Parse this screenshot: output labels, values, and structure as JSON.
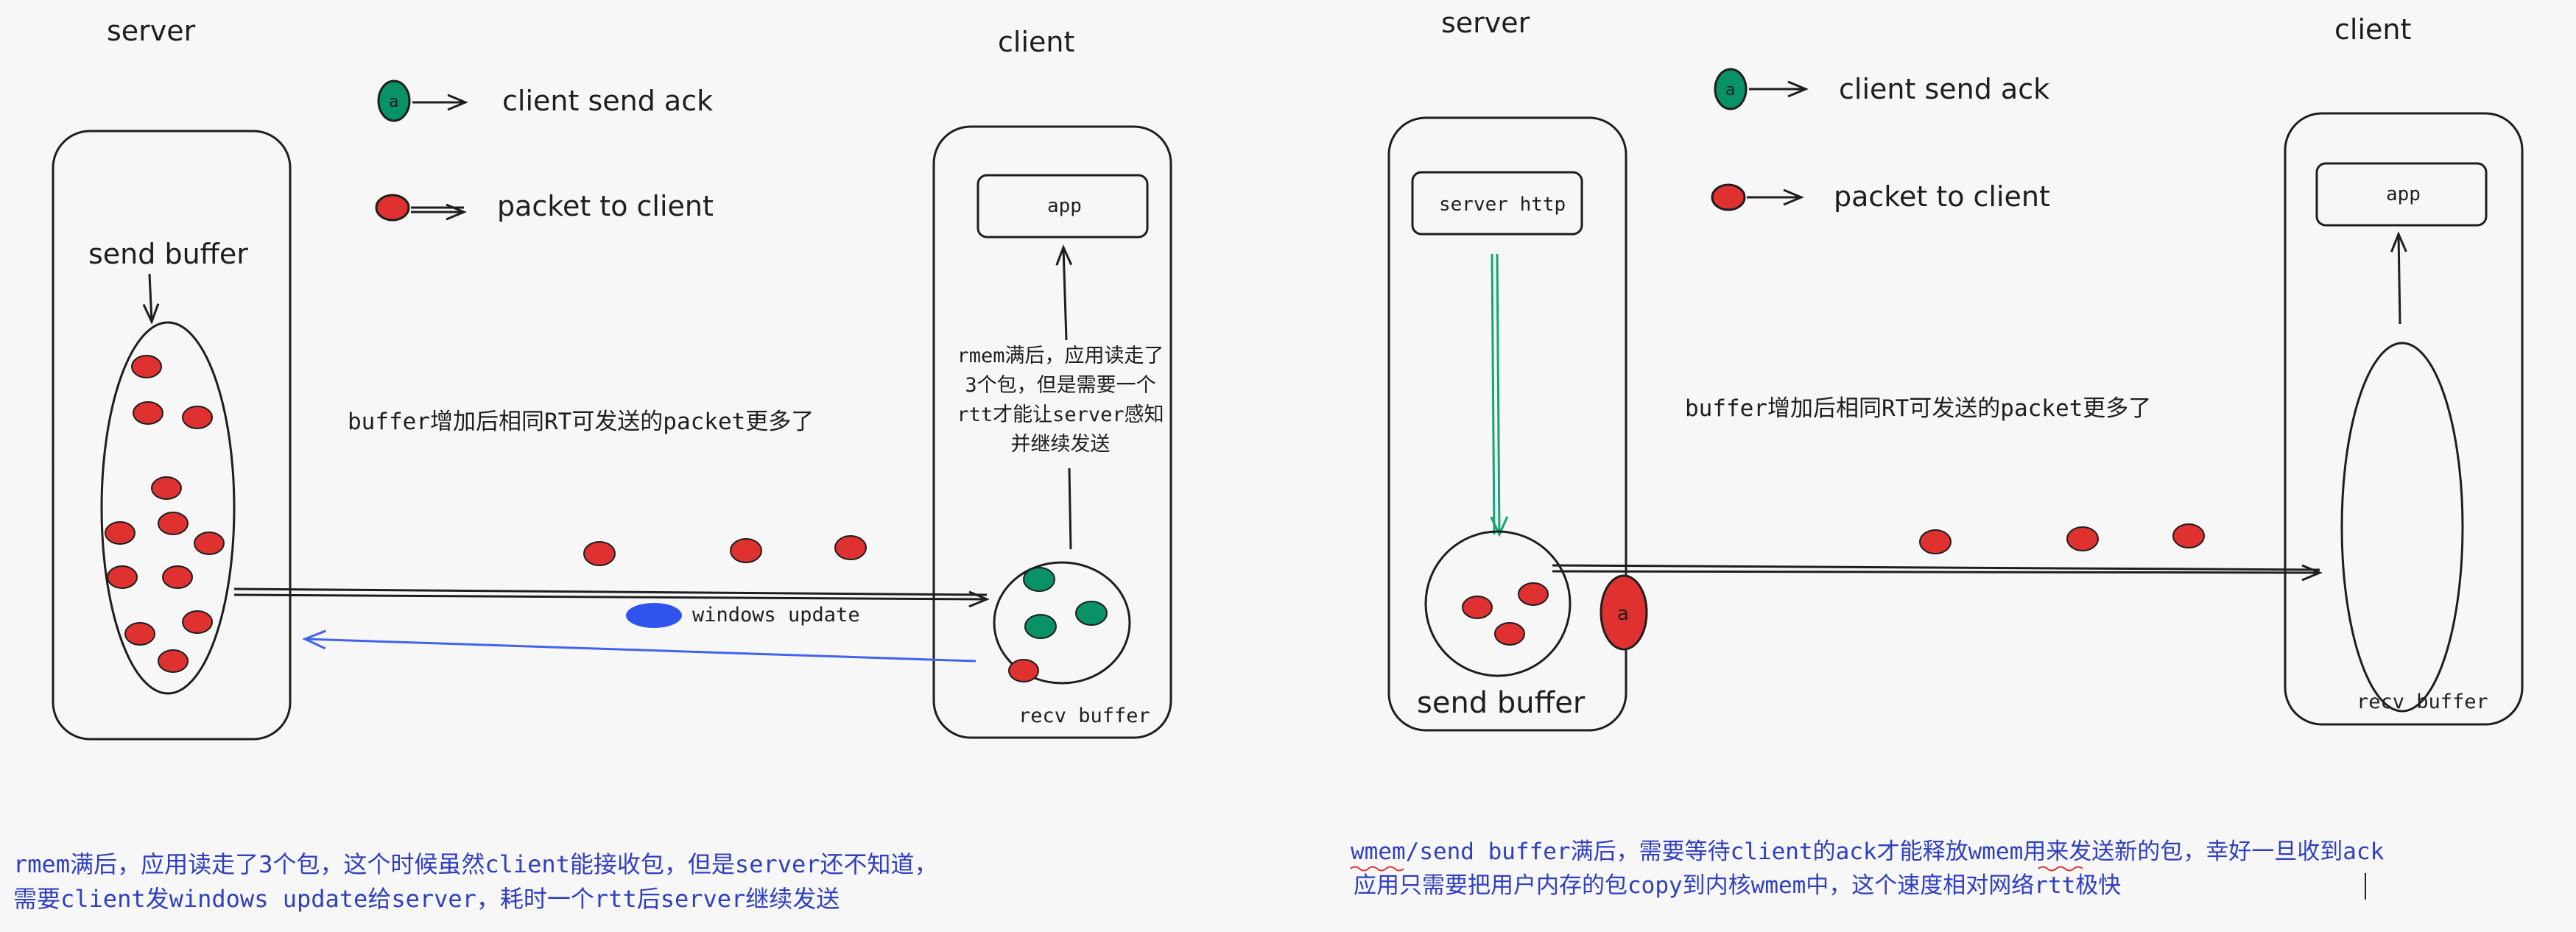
{
  "colors": {
    "background": "#f7f7f7",
    "stroke": "#1e1e1e",
    "packet": "#e03131",
    "ack": "#099268",
    "window_update": "#2f54eb",
    "note_text": "#2f3fbf",
    "green_arrow": "#12a673"
  },
  "left": {
    "server_title": "server",
    "client_title": "client",
    "legend_ack": "client send ack",
    "legend_ack_glyph": "a",
    "legend_packet": "packet to client",
    "send_buffer_label": "send buffer",
    "app_label": "app",
    "rmem_note": [
      "rmem满后，应用读走了",
      "3个包，但是需要一个",
      "rtt才能让server感知",
      "并继续发送"
    ],
    "buffer_note": "buffer增加后相同RT可发送的packet更多了",
    "window_update_label": "windows update",
    "recv_buffer_label": "recv buffer",
    "bottom_note": [
      "rmem满后，应用读走了3个包，这个时候虽然client能接收包，但是server还不知道，",
      "需要client发windows update给server，耗时一个rtt后server继续发送"
    ]
  },
  "right": {
    "server_title": "server",
    "client_title": "client",
    "legend_ack": "client send ack",
    "legend_ack_glyph": "a",
    "legend_packet": "packet to client",
    "server_http_label": "server http",
    "app_label": "app",
    "buffer_note": "buffer增加后相同RT可发送的packet更多了",
    "ack_glyph": "a",
    "send_buffer_label": "send buffer",
    "recv_buffer_label": "recv buffer",
    "bottom_note": [
      "wmem/send buffer满后，需要等待client的ack才能释放wmem用来发送新的包，幸好一旦收到ack",
      "应用只需要把用户内存的包copy到内核wmem中，这个速度相对网络rtt极快"
    ]
  }
}
